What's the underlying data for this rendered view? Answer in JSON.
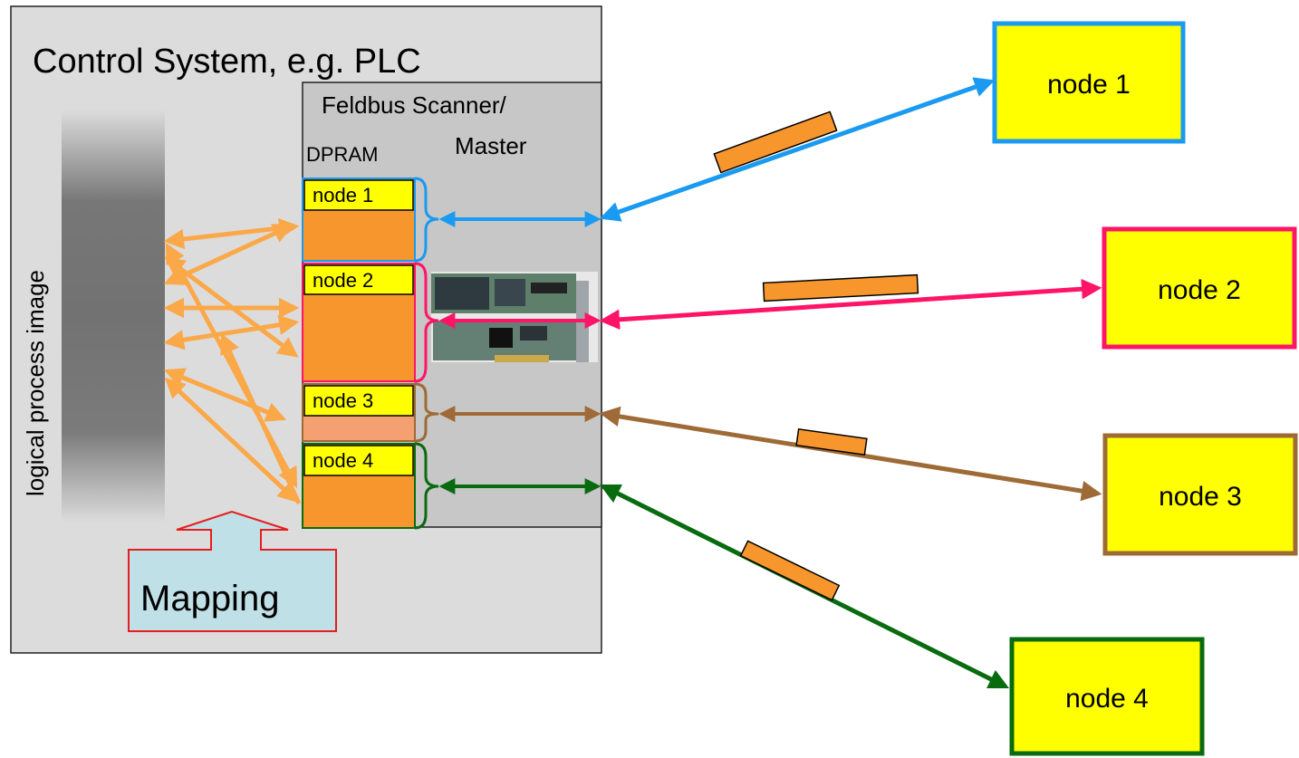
{
  "control_system": {
    "title": "Control System, e.g. PLC"
  },
  "scanner": {
    "title_line1": "Feldbus Scanner/",
    "title_line2": "Master",
    "dpram_label": "DPRAM"
  },
  "process_image": {
    "label": "logical process image"
  },
  "mapping": {
    "label": "Mapping"
  },
  "dpram_slots": [
    {
      "label": "node 1"
    },
    {
      "label": "node 2"
    },
    {
      "label": "node 3"
    },
    {
      "label": "node 4"
    }
  ],
  "nodes": [
    {
      "label": "node 1",
      "color": "#1A9AF0"
    },
    {
      "label": "node 2",
      "color": "#FF1467"
    },
    {
      "label": "node 3",
      "color": "#9E6A36"
    },
    {
      "label": "node 4",
      "color": "#096B10"
    }
  ],
  "colors": {
    "slot_fill": "#F7962D",
    "slot_header": "#FFFF00",
    "mapping_arrow": "#FBA849",
    "telegram": "#F7962D",
    "panel": "#DCDCDC",
    "scanner_panel": "#C7C7C7",
    "mapping_box": "#BFE0E6",
    "mapping_border": "#E81D1D"
  },
  "icons": {
    "scanner_card": "pcb-card-icon"
  }
}
